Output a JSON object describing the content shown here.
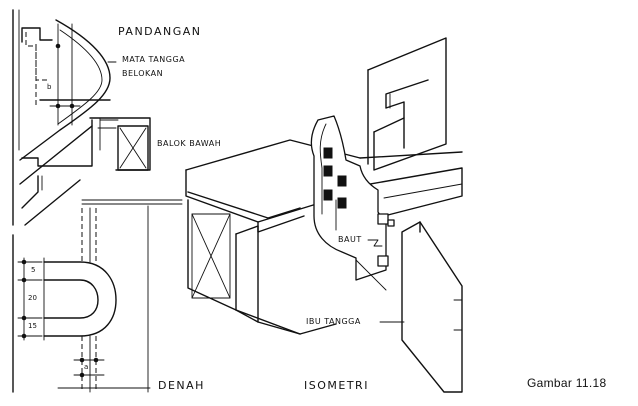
{
  "labels": {
    "pandangan": "PANDANGAN",
    "mata_tangga": "MATA TANGGA",
    "belokan": "BELOKAN",
    "dim_b": "b",
    "balok_bawah": "BALOK BAWAH",
    "dim_5": "5",
    "dim_20": "20",
    "dim_15": "15",
    "dim_a": "a",
    "denah": "DENAH",
    "isometri": "ISOMETRI",
    "baut": "BAUT",
    "ibu_tangga": "IBU TANGGA"
  },
  "caption": "Gambar 11.18",
  "colors": {
    "ink": "#111111",
    "paper": "#ffffff"
  }
}
